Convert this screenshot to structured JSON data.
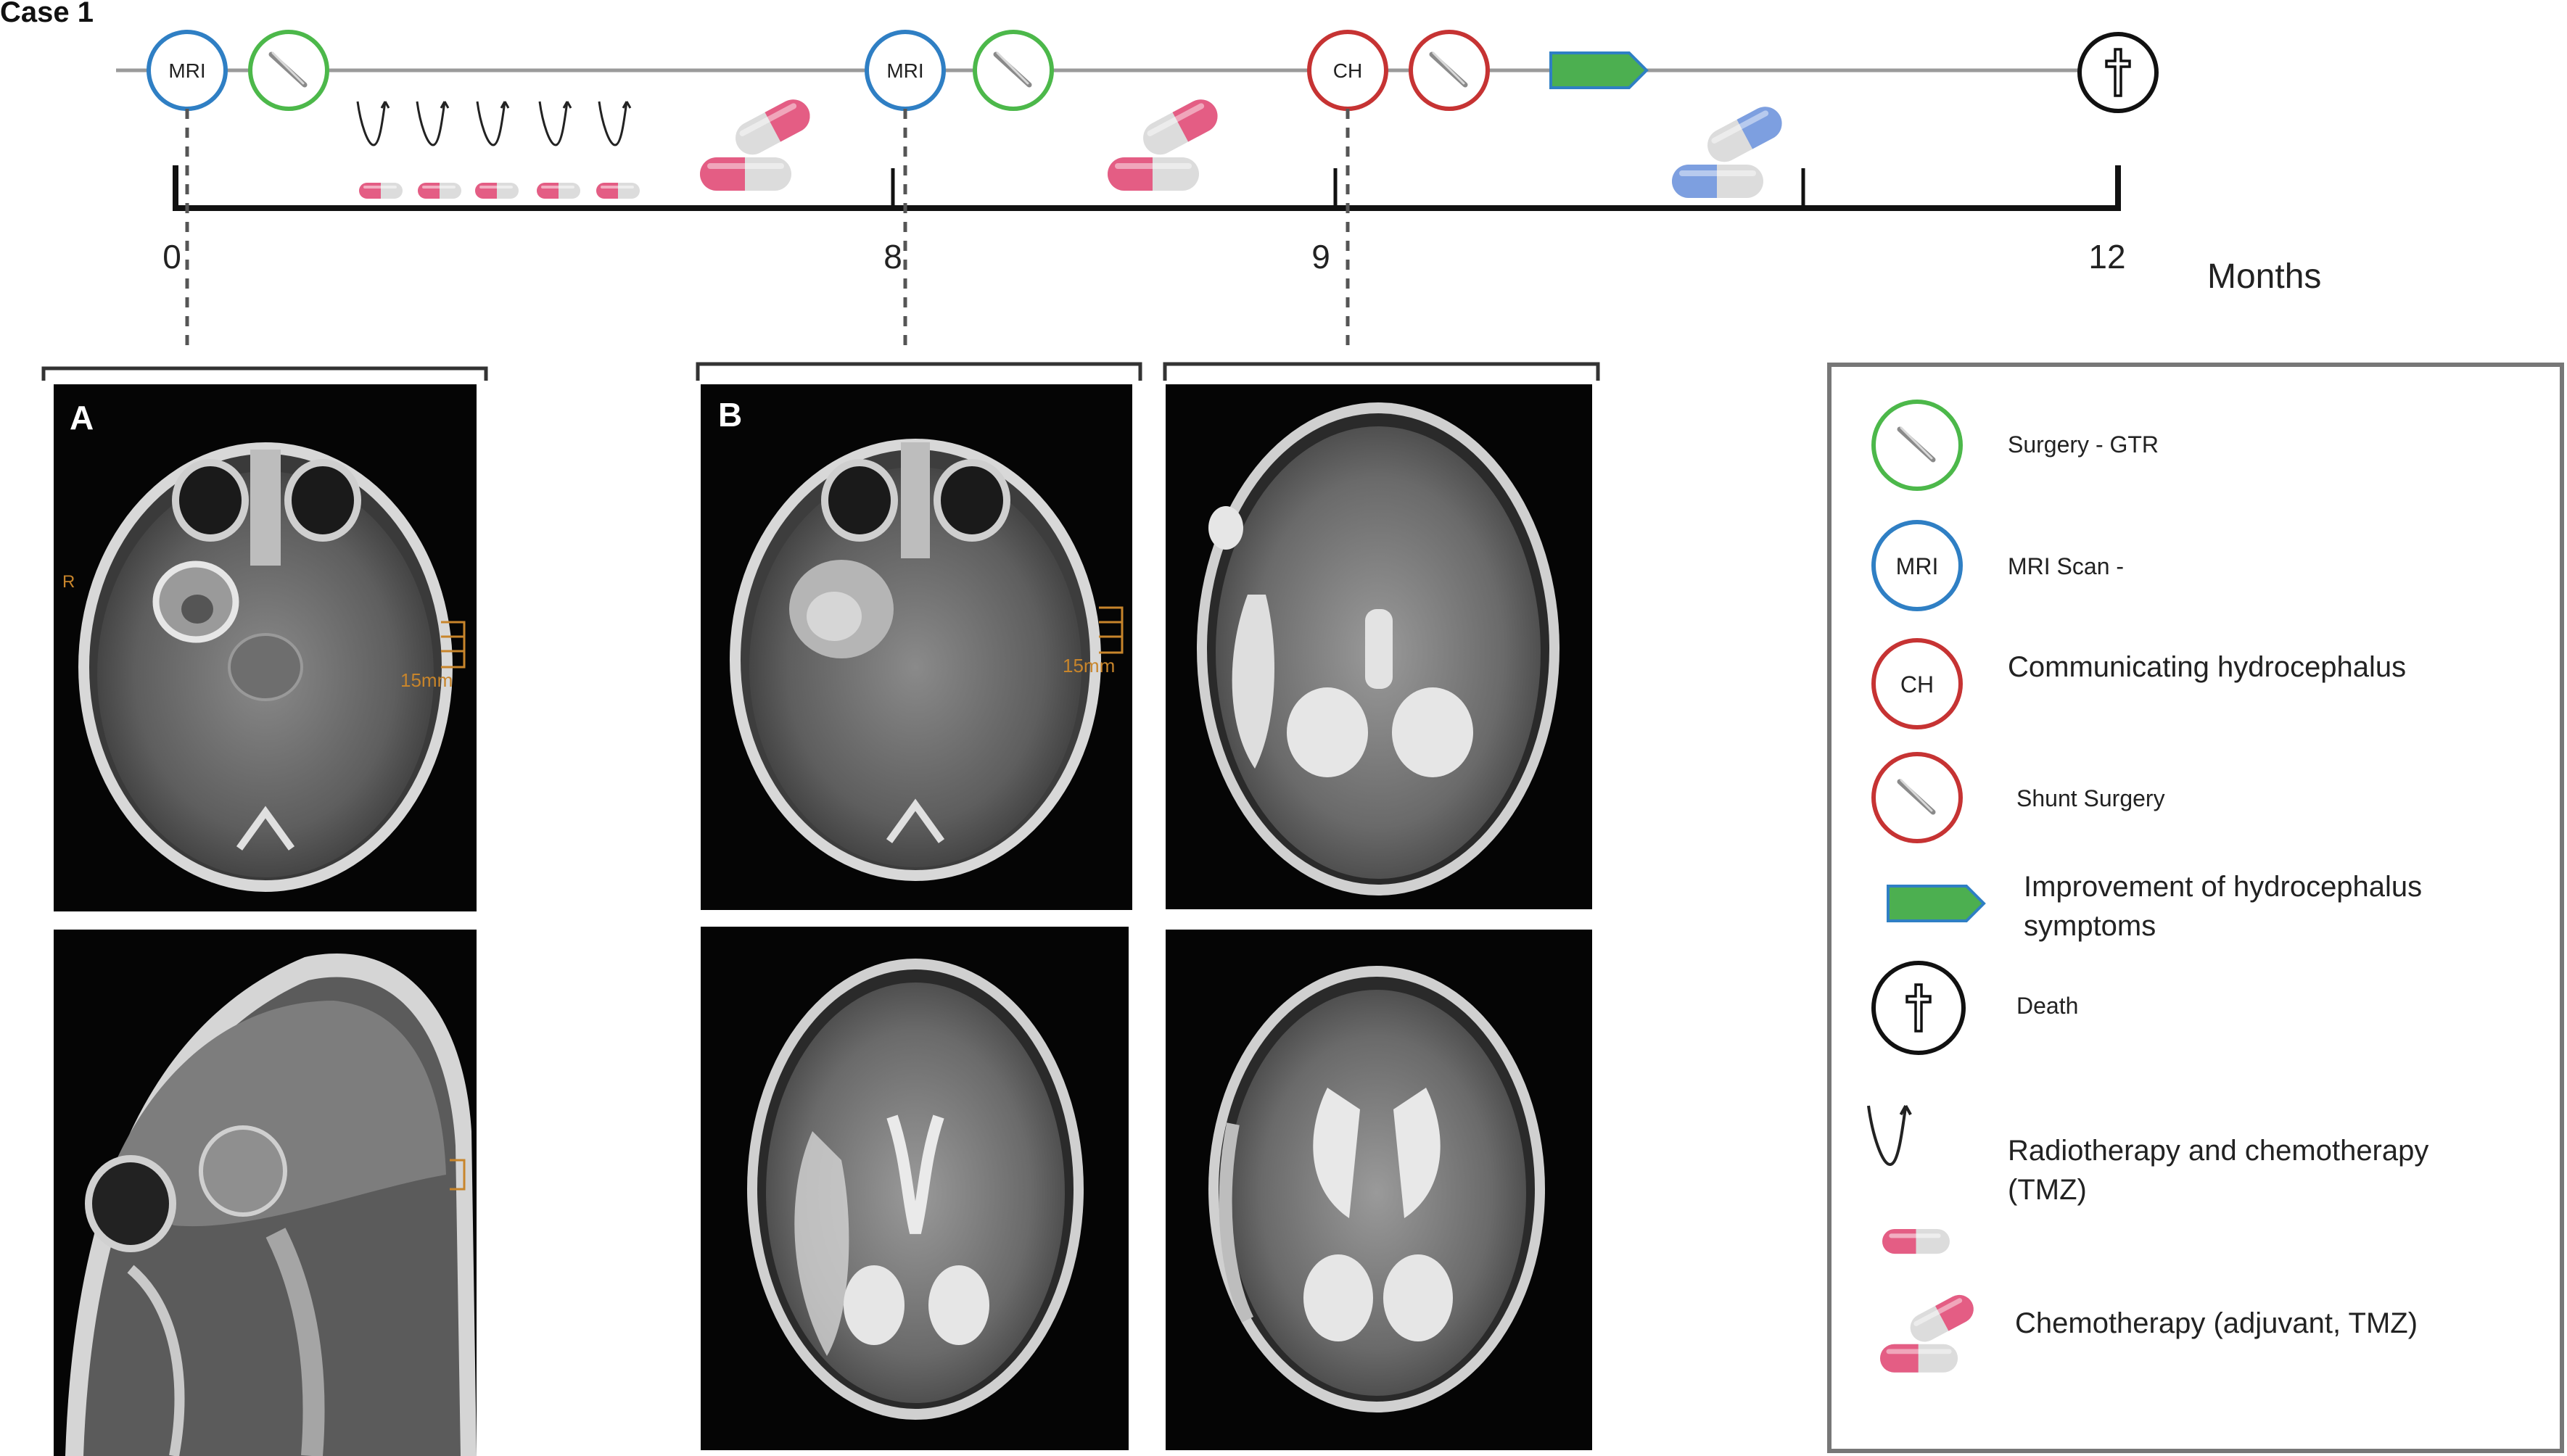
{
  "case_title": "Case 1",
  "timeline": {
    "axis_unit": "Months",
    "ticks": [
      "0",
      "8",
      "9",
      "12"
    ],
    "events": {
      "mri_1": "MRI",
      "mri_2": "MRI",
      "ch": "CH"
    }
  },
  "panels": {
    "a_label": "A",
    "b_label": "B",
    "scale_15mm": "15mm",
    "side_marker": "R"
  },
  "legend": {
    "items": [
      {
        "icon": "surgery-gtr-icon",
        "label": "Surgery - GTR"
      },
      {
        "icon": "mri-icon",
        "icon_text": "MRI",
        "label": "MRI Scan -"
      },
      {
        "icon": "ch-icon",
        "icon_text": "CH",
        "label": "Communicating hydrocephalus"
      },
      {
        "icon": "shunt-surgery-icon",
        "label": "Shunt Surgery"
      },
      {
        "icon": "arrow-tag-icon",
        "label_line1": "Improvement of hydrocephalus",
        "label_line2": "symptoms"
      },
      {
        "icon": "cross-icon",
        "label": "Death"
      },
      {
        "icon": "radiation-wave-icon",
        "label_line1": "Radiotherapy and chemotherapy",
        "label_line2": "(TMZ)"
      },
      {
        "icon": "pill-small-icon"
      },
      {
        "icon": "pill-pair-icon",
        "label": "Chemotherapy (adjuvant, TMZ)"
      }
    ]
  },
  "colors": {
    "surgery_green": "#4cb84a",
    "mri_blue": "#2f7fc4",
    "ch_red": "#c63333",
    "arrow_green": "#4caf50",
    "pill_pink": "#e45d84",
    "pill_grey": "#dcdcdc",
    "pill_blue": "#7d9fe0"
  }
}
